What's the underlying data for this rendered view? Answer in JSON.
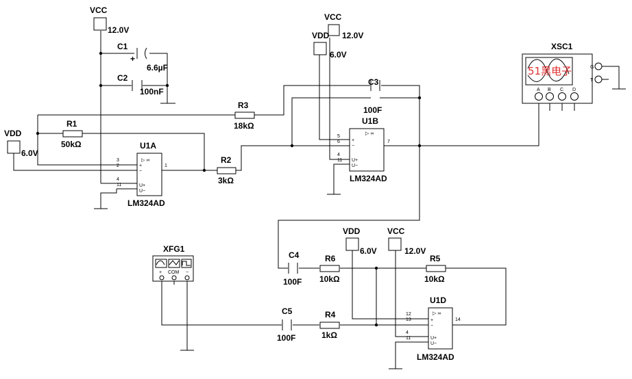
{
  "supplies": {
    "vcc_top": {
      "name": "VCC",
      "value": "12.0V"
    },
    "vdd_left": {
      "name": "VDD",
      "value": "6.0V"
    },
    "vcc_mid": {
      "name": "VCC",
      "value": "12.0V"
    },
    "vdd_mid": {
      "name": "VDD",
      "value": "6.0V"
    },
    "vdd_bottom": {
      "name": "VDD",
      "value": "6.0V"
    },
    "vcc_bottom": {
      "name": "VCC",
      "value": "12.0V"
    }
  },
  "capacitors": {
    "c1": {
      "name": "C1",
      "value": "6.6µF"
    },
    "c2": {
      "name": "C2",
      "value": "100nF"
    },
    "c3": {
      "name": "C3",
      "value": "100F"
    },
    "c4": {
      "name": "C4",
      "value": "100F"
    },
    "c5": {
      "name": "C5",
      "value": "100F"
    }
  },
  "resistors": {
    "r1": {
      "name": "R1",
      "value": "50kΩ"
    },
    "r2": {
      "name": "R2",
      "value": "3kΩ"
    },
    "r3": {
      "name": "R3",
      "value": "18kΩ"
    },
    "r4": {
      "name": "R4",
      "value": "1kΩ"
    },
    "r5": {
      "name": "R5",
      "value": "10kΩ"
    },
    "r6": {
      "name": "R6",
      "value": "10kΩ"
    }
  },
  "opamps": {
    "u1a": {
      "ref": "U1A",
      "part": "LM324AD",
      "pins": [
        "3",
        "2",
        "4",
        "11",
        "1"
      ],
      "symbol": "▷ ∞"
    },
    "u1b": {
      "ref": "U1B",
      "part": "LM324AD",
      "pins": [
        "5",
        "6",
        "4",
        "11",
        "7"
      ],
      "symbol": "▷ ∞"
    },
    "u1d": {
      "ref": "U1D",
      "part": "LM324AD",
      "pins": [
        "12",
        "13",
        "4",
        "11",
        "14"
      ],
      "symbol": "▷ ∞"
    }
  },
  "oscilloscope": {
    "ref": "XSC1",
    "ports": [
      "G",
      "T",
      "A",
      "B",
      "C",
      "D"
    ]
  },
  "function_generator": {
    "ref": "XFG1",
    "terminals": [
      "+",
      "COM",
      "−"
    ]
  },
  "watermark": "51黑电子"
}
